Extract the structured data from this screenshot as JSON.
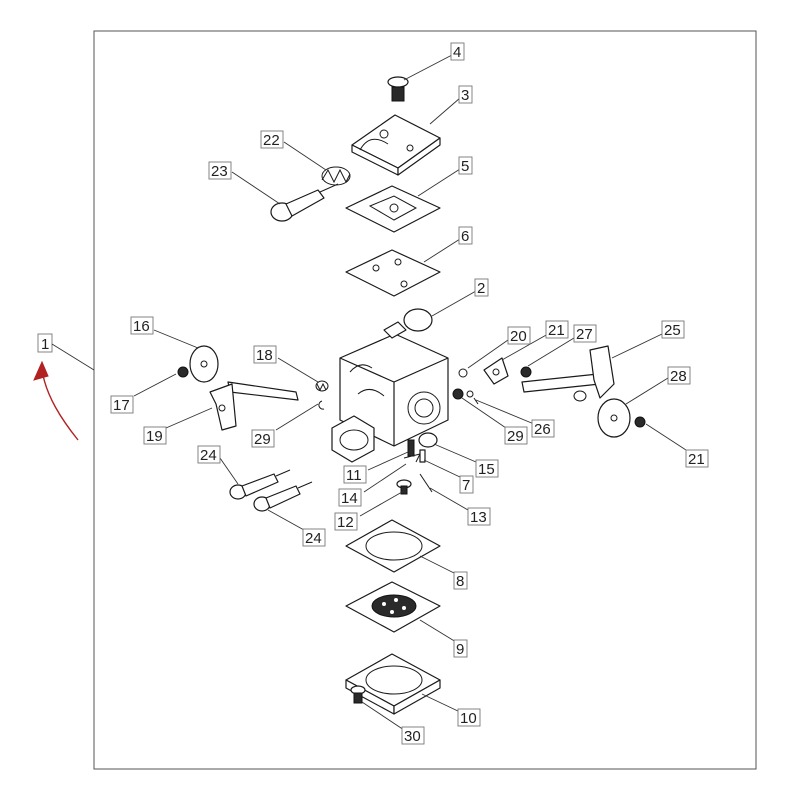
{
  "assembly_label": "1",
  "accent_color": "#b22222",
  "callouts": [
    {
      "id": "4"
    },
    {
      "id": "3"
    },
    {
      "id": "22"
    },
    {
      "id": "23"
    },
    {
      "id": "5"
    },
    {
      "id": "6"
    },
    {
      "id": "2"
    },
    {
      "id": "16"
    },
    {
      "id": "18"
    },
    {
      "id": "17"
    },
    {
      "id": "19"
    },
    {
      "id": "29"
    },
    {
      "id": "20"
    },
    {
      "id": "21"
    },
    {
      "id": "27"
    },
    {
      "id": "25"
    },
    {
      "id": "28"
    },
    {
      "id": "26"
    },
    {
      "id": "29"
    },
    {
      "id": "21"
    },
    {
      "id": "11"
    },
    {
      "id": "15"
    },
    {
      "id": "7"
    },
    {
      "id": "14"
    },
    {
      "id": "13"
    },
    {
      "id": "12"
    },
    {
      "id": "24"
    },
    {
      "id": "24"
    },
    {
      "id": "8"
    },
    {
      "id": "9"
    },
    {
      "id": "10"
    },
    {
      "id": "30"
    }
  ]
}
